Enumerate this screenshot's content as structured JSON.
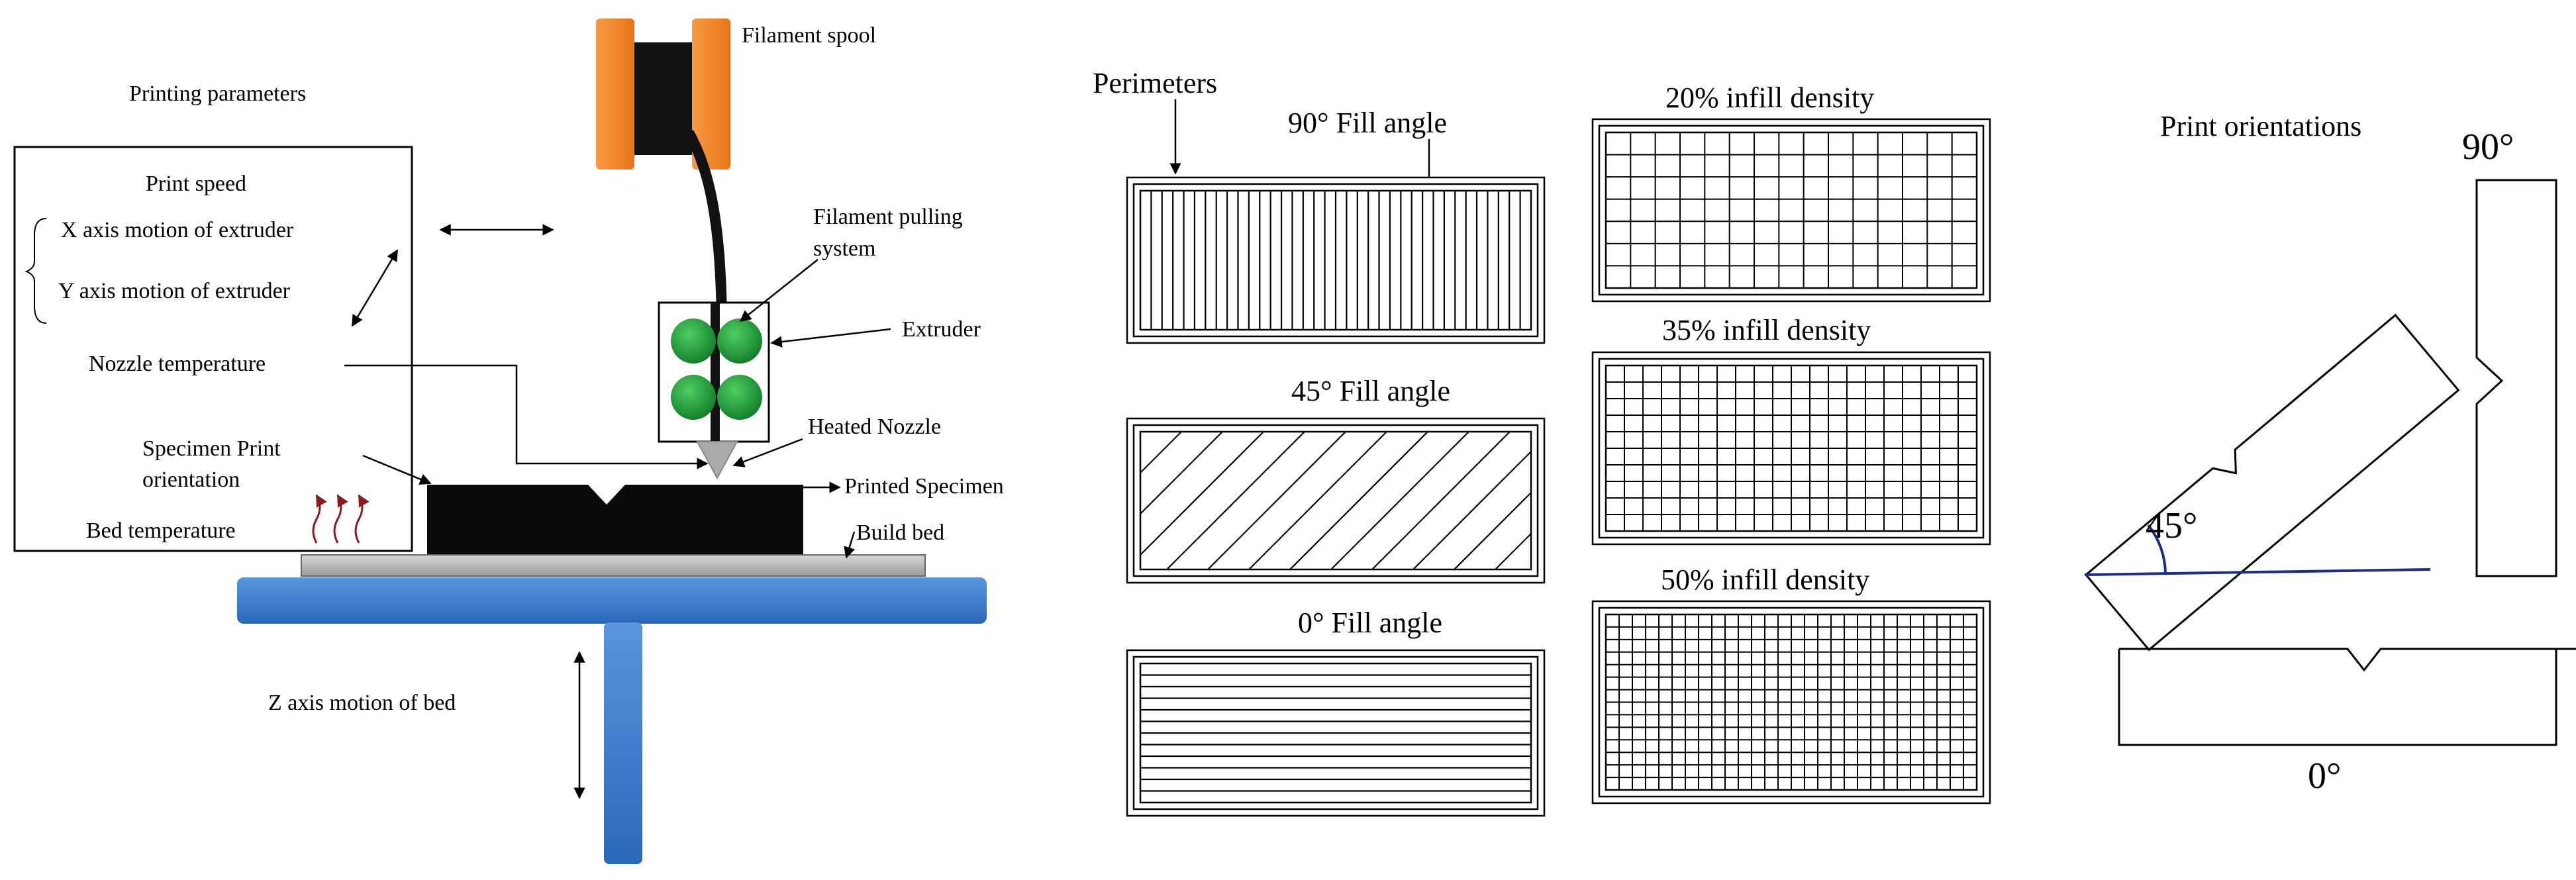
{
  "printer": {
    "printing_parameters": "Printing parameters",
    "print_speed": "Print speed",
    "x_axis_motion": "X axis motion of extruder",
    "y_axis_motion": "Y axis motion of extruder",
    "nozzle_temperature": "Nozzle temperature",
    "specimen_print_line1": "Specimen Print",
    "specimen_print_line2": "orientation",
    "bed_temperature": "Bed temperature",
    "filament_spool": "Filament spool",
    "filament_pulling_line1": "Filament pulling",
    "filament_pulling_line2": "system",
    "extruder": "Extruder",
    "heated_nozzle": "Heated Nozzle",
    "printed_specimen": "Printed Specimen",
    "build_bed": "Build bed",
    "z_axis_motion": "Z axis motion of bed"
  },
  "fill_angles": {
    "perimeters": "Perimeters",
    "angle_90": "90° Fill angle",
    "angle_45": "45° Fill angle",
    "angle_0": "0° Fill angle"
  },
  "infill": {
    "density_20": "20% infill density",
    "density_35": "35% infill density",
    "density_50": "50% infill density"
  },
  "orientations": {
    "title": "Print orientations",
    "deg_90": "90°",
    "deg_45": "45°",
    "deg_0": "0°"
  },
  "colors": {
    "spool_orange": "#f5821f",
    "bed_blue": "#2e74c9",
    "gear_green": "#1e9e3a",
    "nozzle_gray": "#aaaaaa",
    "heat_arrow": "#8b1a1a",
    "angle_line": "#1a2e8a"
  }
}
